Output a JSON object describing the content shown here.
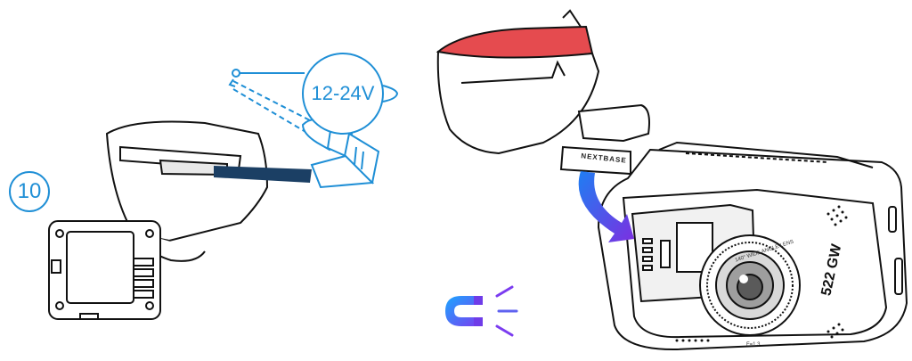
{
  "step_number": "10",
  "voltage_label": "12-24V",
  "brand_label": "NEXTBASE",
  "model_label": "522 GW",
  "lens_text": "140° WIDE ANGLE LENS",
  "lens_aperture": "F=1.3",
  "icons": [
    "power-cable-icon",
    "magnet-icon",
    "curved-arrow-icon"
  ],
  "colors": {
    "accent_blue": "#1f8fd6",
    "pad_red": "#e54b4f",
    "arrow_start": "#1f7ef2",
    "arrow_end": "#7c2fe1",
    "magnet_start": "#1ba7ff",
    "magnet_end": "#7b3cf0"
  }
}
